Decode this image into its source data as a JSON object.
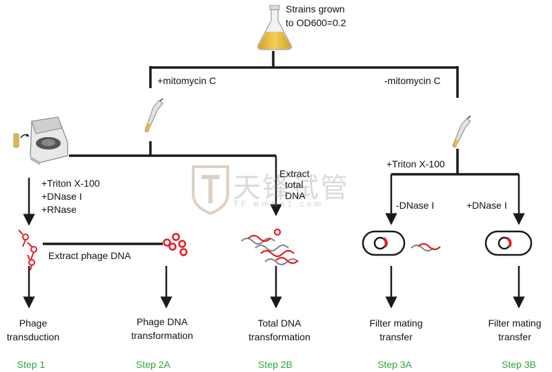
{
  "start": {
    "line1": "Strains grown",
    "line2": "to OD600=0.2"
  },
  "branches": {
    "plus_mito": "+mitomycin C",
    "minus_mito": "-mitomycin C"
  },
  "left_treatment": {
    "l1": "+Triton X-100",
    "l2": "+DNase I",
    "l3": "+RNase"
  },
  "extract_total": {
    "l1": "Extract",
    "l2": "total",
    "l3": "DNA"
  },
  "extract_phage": "Extract phage DNA",
  "right_treatment": "+Triton X-100",
  "dnase": {
    "minus": "-DNase I",
    "plus": "+DNase I"
  },
  "outcomes": [
    {
      "l1": "Phage",
      "l2": "transduction",
      "step": "Step 1"
    },
    {
      "l1": "Phage DNA",
      "l2": "transformation",
      "step": "Step 2A"
    },
    {
      "l1": "Total DNA",
      "l2": "transformation",
      "step": "Step 2B"
    },
    {
      "l1": "Filter mating",
      "l2": "transfer",
      "step": "Step 3A"
    },
    {
      "l1": "Filter mating",
      "l2": "transfer",
      "step": "Step 3B"
    }
  ],
  "watermark": {
    "cn": "天锋试管",
    "url": "TF.wmNn1.com"
  },
  "colors": {
    "step_green": "#2fa43a",
    "dna_red": "#e41b23",
    "line": "#1a1a1a",
    "flask_liquid": "#e8b83a"
  }
}
